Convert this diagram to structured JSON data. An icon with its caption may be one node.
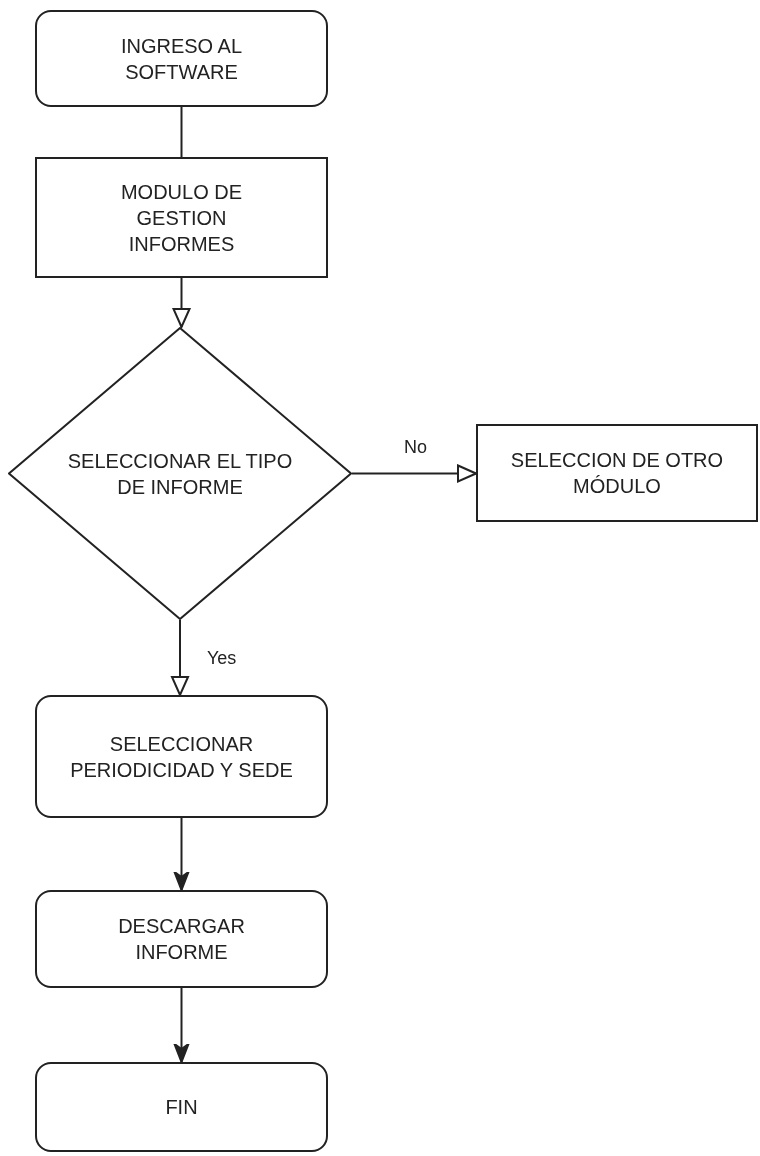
{
  "diagram": {
    "nodes": [
      {
        "text": [
          "INGRESO AL SOFTWARE"
        ]
      },
      {
        "text": [
          "MODULO DE GESTION INFORMES"
        ]
      },
      {
        "text": [
          "SELECCIONAR EL TIPO DE INFORME"
        ]
      },
      {
        "text": [
          "SELECCION DE OTRO MÓDULO"
        ]
      },
      {
        "text": [
          "SELECCIONAR PERIODICIDAD Y SEDE"
        ]
      },
      {
        "text": [
          "DESCARGAR INFORME"
        ]
      },
      {
        "text": [
          "FIN"
        ]
      }
    ],
    "edges": [
      {
        "from": 0,
        "to": 1,
        "arrow": "none"
      },
      {
        "from": 1,
        "to": 2,
        "arrow": "to"
      },
      {
        "from": 2,
        "to": 3,
        "arrow": "to",
        "label": "No"
      },
      {
        "from": 2,
        "to": 4,
        "arrow": "to",
        "label": "Yes"
      },
      {
        "from": 4,
        "to": 5,
        "arrow": "to"
      },
      {
        "from": 5,
        "to": 6,
        "arrow": "to"
      }
    ]
  }
}
